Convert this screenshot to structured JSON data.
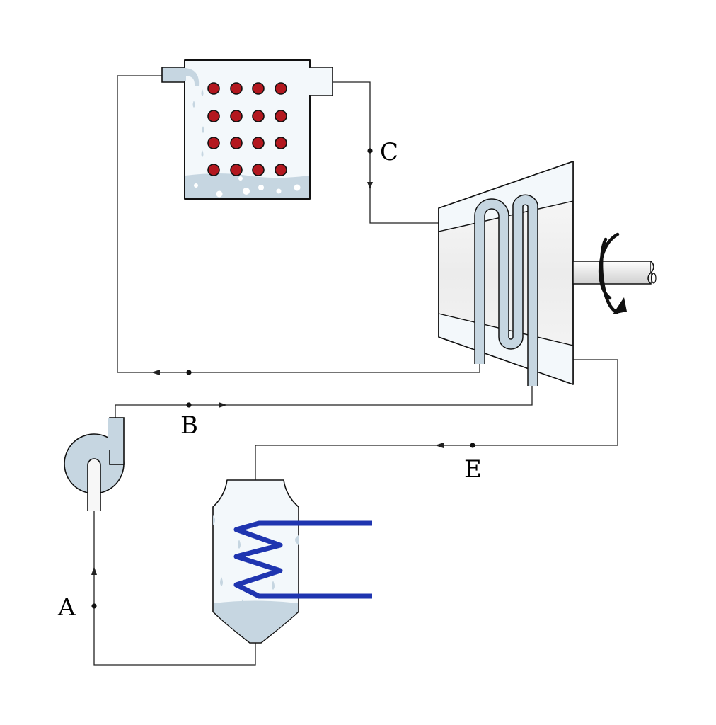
{
  "labels": {
    "a": "A",
    "b": "B",
    "c": "C",
    "e": "E"
  },
  "colors": {
    "fluid": "#c6d6e1",
    "vessel": "#f3f8fb",
    "hot_tube": "#b3181f",
    "heater_coil": "#1f35b0",
    "line": "#222222"
  },
  "icons": [
    "condenser-icon",
    "turbine-icon",
    "reheater-coil-icon",
    "pump-icon",
    "boiler-icon",
    "rotation-arrow-icon",
    "shaft-icon"
  ]
}
